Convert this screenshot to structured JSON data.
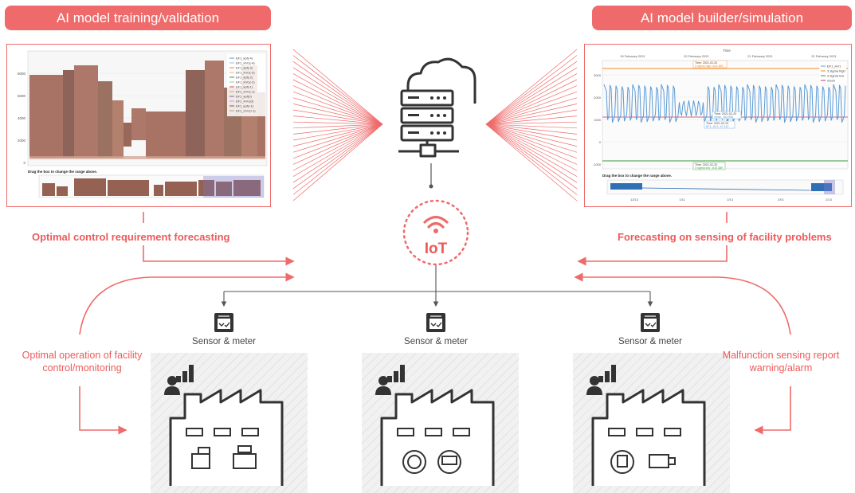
{
  "banners": {
    "left": "AI model training/validation",
    "right": "AI model builder/simulation"
  },
  "captions": {
    "left": "Optimal control requirement forecasting",
    "right": "Forecasting on sensing of facility problems"
  },
  "side_labels": {
    "left_line1": "Optimal operation of facility",
    "left_line2": "control/monitoring",
    "right_line1": "Malfunction sensing report",
    "right_line2": "warning/alarm"
  },
  "hub": {
    "label": "IoT"
  },
  "sensors": [
    {
      "label": "Sensor & meter"
    },
    {
      "label": "Sensor & meter"
    },
    {
      "label": "Sensor & meter"
    }
  ],
  "left_chart": {
    "legend": [
      "EF1_kpf(-4)",
      "EF1_HV1(-4)",
      "EF1_kpf(-3)",
      "EF1_HV1(-3)",
      "EF1_kpf(-2)",
      "EF1_HV1(-2)",
      "EF1_kpf(-1)",
      "EF1_HV1(-1)",
      "EF1_kpf(0)",
      "EF1_HV1(0)",
      "EF1_kpf(+1)",
      "EF1_HV1(+1)"
    ],
    "yticks": [
      "8000",
      "6000",
      "4000",
      "2000",
      "0"
    ],
    "range_hint": "Drag the box to change the range above."
  },
  "right_chart": {
    "title": "Time",
    "dates": [
      "19 February 2021",
      "20 February 2021",
      "21 February 2021",
      "22 February 2021"
    ],
    "legend": [
      "EF1_HV1",
      "3 sigma high",
      "3 sigma low",
      "mean"
    ],
    "yticks": [
      "3000",
      "2000",
      "1000",
      "0",
      "-1000"
    ],
    "tooltips": [
      {
        "time": "Time: 2021-02-20",
        "value": "3 sigma high: 843.486"
      },
      {
        "time": "Time: 2021-02-20",
        "value": "mean: 164.956"
      },
      {
        "time": "Time: 2021-02-20",
        "value": "EF1_HV1: 47.167"
      },
      {
        "time": "Time: 2021-02-20",
        "value": "3 sigma low: -610.380"
      }
    ],
    "range_hint": "Drag the box to change the range above.",
    "range_ticks": [
      "12/13",
      "1/11",
      "1/13",
      "2/01",
      "2/13"
    ]
  },
  "colors": {
    "accent": "#ef6a6a",
    "icon": "#333333",
    "grey": "#555555"
  }
}
